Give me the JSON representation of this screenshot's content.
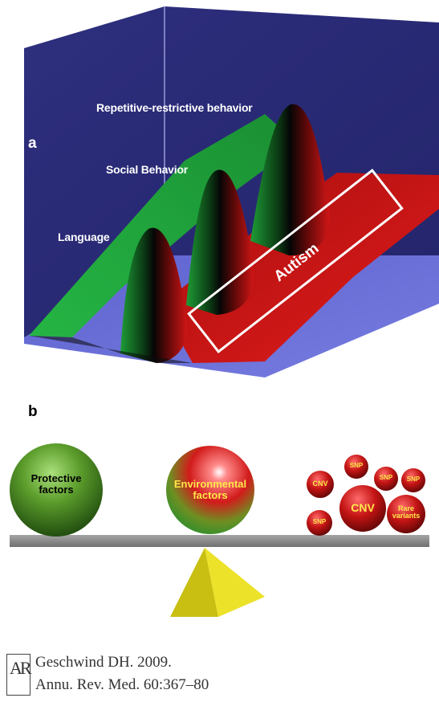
{
  "panel_a": {
    "letter": "a",
    "traits": [
      "Repetitive-restrictive behavior",
      "Social Behavior",
      "Language"
    ],
    "highlight_label": "Autism"
  },
  "panel_b": {
    "letter": "b",
    "protective": "Protective factors",
    "environmental": "Environmental factors",
    "genetic": [
      "CNV",
      "SNP",
      "SNP",
      "SNP",
      "CNV",
      "SNP",
      "Rare variants"
    ]
  },
  "citation": {
    "logo": "AR",
    "line1": "Geschwind DH. 2009.",
    "line2": "Annu. Rev. Med. 60:367–80"
  },
  "colors": {
    "background_wall": "#2b2c78",
    "floor": "#6a6fd6",
    "green_surface": "#1fa43a",
    "red_surface": "#d01616",
    "beam": "#8a8a8a",
    "fulcrum": "#e6dc1e"
  }
}
